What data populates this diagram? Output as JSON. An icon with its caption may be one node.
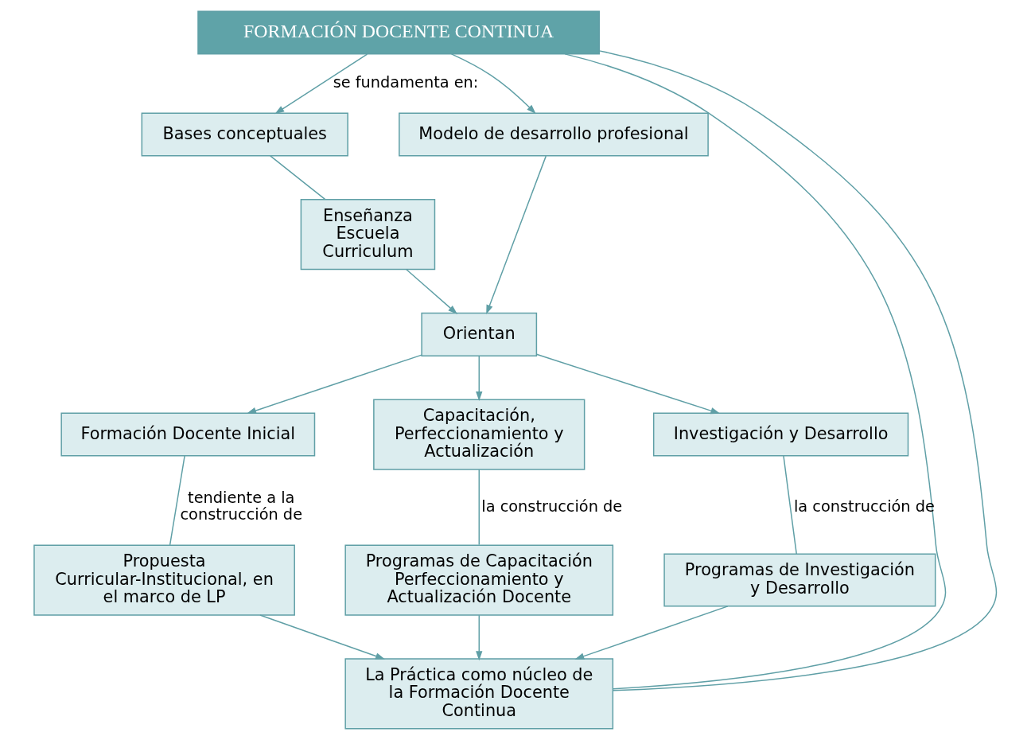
{
  "diagram": {
    "nodes": [
      {
        "text": [
          "FORMACIÓN DOCENTE CONTINUA"
        ]
      },
      {
        "text": [
          "Bases conceptuales"
        ]
      },
      {
        "text": [
          "Enseñanza",
          "Escuela",
          "Curriculum"
        ]
      },
      {
        "text": [
          "Modelo de desarrollo profesional"
        ]
      },
      {
        "text": [
          "Orientan"
        ]
      },
      {
        "text": [
          "Formación Docente Inicial"
        ]
      },
      {
        "text": [
          "Capacitación, Perfeccionamiento y Actualización"
        ]
      },
      {
        "text": [
          "Investigación y Desarrollo"
        ]
      },
      {
        "text": [
          "Propuesta Curricular-Institucional, en el marco de LP"
        ]
      },
      {
        "text": [
          "Programas de Capacitación Perfeccionamiento y Actualización Docente"
        ]
      },
      {
        "text": [
          "Programas de Investigación y Desarrollo"
        ]
      },
      {
        "text": [
          "La Práctica como núcleo de la Formación Docente Continua"
        ]
      }
    ],
    "edges": [
      {
        "from": 0,
        "to": 1,
        "arrow": "to",
        "label": "se fundamenta en:"
      },
      {
        "from": 0,
        "to": 3,
        "arrow": "to"
      },
      {
        "from": 1,
        "to": 2,
        "arrow": "none"
      },
      {
        "from": 2,
        "to": 4,
        "arrow": "to"
      },
      {
        "from": 3,
        "to": 4,
        "arrow": "to"
      },
      {
        "from": 4,
        "to": 5,
        "arrow": "to"
      },
      {
        "from": 4,
        "to": 6,
        "arrow": "to"
      },
      {
        "from": 4,
        "to": 7,
        "arrow": "to"
      },
      {
        "from": 5,
        "to": 8,
        "arrow": "none",
        "label": "tendiente a la construcción de"
      },
      {
        "from": 6,
        "to": 9,
        "arrow": "none",
        "label": "la construcción de"
      },
      {
        "from": 7,
        "to": 10,
        "arrow": "none",
        "label": "la construcción de"
      },
      {
        "from": 8,
        "to": 11,
        "arrow": "to"
      },
      {
        "from": 9,
        "to": 11,
        "arrow": "to"
      },
      {
        "from": 10,
        "to": 11,
        "arrow": "to"
      },
      {
        "from": 0,
        "to": 11,
        "arrow": "none"
      },
      {
        "from": 0,
        "to": 11,
        "arrow": "none"
      }
    ]
  }
}
